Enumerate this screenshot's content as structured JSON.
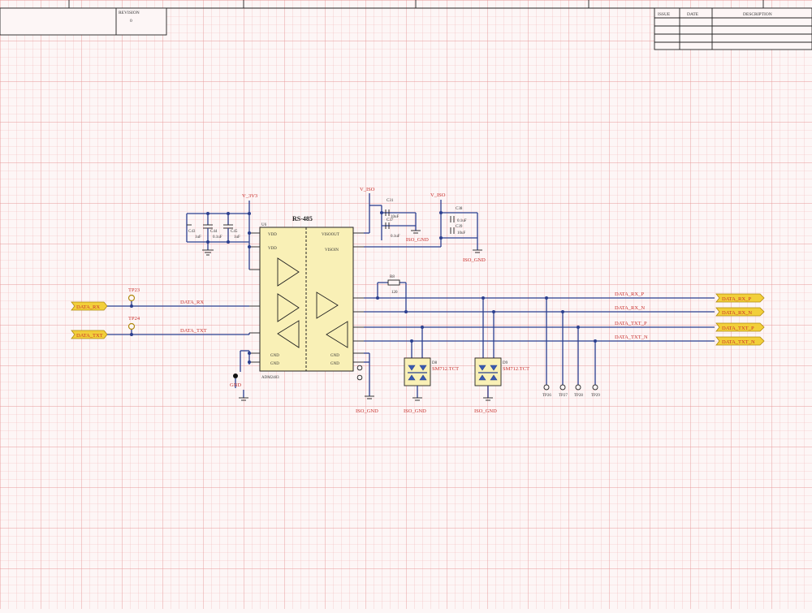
{
  "title_block": {
    "revision_label": "REVISION",
    "revision_value": "0",
    "issue_header": "ISSUE",
    "date_header": "DATE",
    "description_header": "DESCRIPTION"
  },
  "ic": {
    "title": "RS-485",
    "ref": "U6",
    "part": "ADM2483",
    "left_pins": [
      "VDD",
      "VDD",
      "GND",
      "GND"
    ],
    "right_pins": [
      "VISOOUT",
      "VISOIN",
      "GND",
      "GND"
    ]
  },
  "power": {
    "left_rail": "V_3V3",
    "iso_rail_1": "V_ISO",
    "iso_rail_2": "V_ISO"
  },
  "caps": {
    "left": [
      {
        "ref": "C43",
        "value": "1uF"
      },
      {
        "ref": "C44",
        "value": "0.1uF"
      },
      {
        "ref": "C45",
        "value": "1uF"
      }
    ],
    "top": [
      {
        "ref": "C31",
        "value": "10uF"
      },
      {
        "ref": "C37",
        "value": "0.1uF"
      }
    ],
    "right": [
      {
        "ref": "C38",
        "value": "0.1uF"
      },
      {
        "ref": "C39",
        "value": "10uF"
      }
    ]
  },
  "grounds": {
    "left": "GND",
    "iso": "ISO_GND"
  },
  "resistor": {
    "ref": "R8",
    "value": "120"
  },
  "tvs": [
    {
      "ref": "D8",
      "part": "SM712.TCT"
    },
    {
      "ref": "D9",
      "part": "SM712.TCT"
    }
  ],
  "test_points_left": [
    "TP23",
    "TP24"
  ],
  "nets_left": [
    "DATA_RX",
    "DATA_TXT"
  ],
  "nets_right": [
    "DATA_RX_P",
    "DATA_RX_N",
    "DATA_TXT_P",
    "DATA_TXT_N"
  ],
  "test_points_right": [
    "TP26",
    "TP27",
    "TP28",
    "TP29"
  ]
}
